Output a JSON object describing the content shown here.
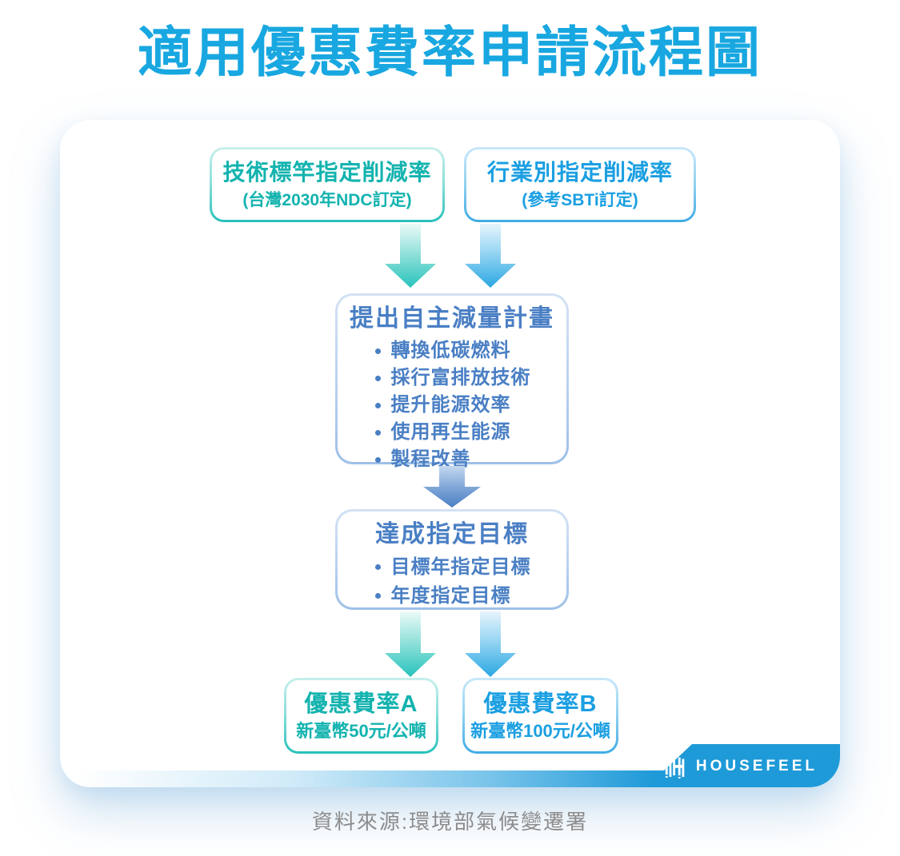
{
  "page": {
    "title": "適用優惠費率申請流程圖",
    "source": "資料來源:環境部氣候變遷署"
  },
  "flow": {
    "input_left": {
      "title": "技術標竿指定削減率",
      "subtitle": "(台灣2030年NDC訂定)"
    },
    "input_right": {
      "title": "行業別指定削減率",
      "subtitle": "(參考SBTi訂定)"
    },
    "plan": {
      "title": "提出自主減量計畫",
      "items": [
        "轉換低碳燃料",
        "採行富排放技術",
        "提升能源效率",
        "使用再生能源",
        "製程改善"
      ]
    },
    "target": {
      "title": "達成指定目標",
      "items": [
        "目標年指定目標",
        "年度指定目標"
      ]
    },
    "result_left": {
      "title": "優惠費率A",
      "subtitle": "新臺幣50元/公噸"
    },
    "result_right": {
      "title": "優惠費率B",
      "subtitle": "新臺幣100元/公噸"
    }
  },
  "branding": {
    "logo_text": "HOUSEFEEL"
  },
  "colors": {
    "title_blue": "#18a7e0",
    "teal": "#13b3af",
    "blue": "#1b9fe2",
    "steel_blue": "#4a7fc4",
    "banner_blue": "#1f9ad8",
    "caption_gray": "#8c8c8c"
  }
}
